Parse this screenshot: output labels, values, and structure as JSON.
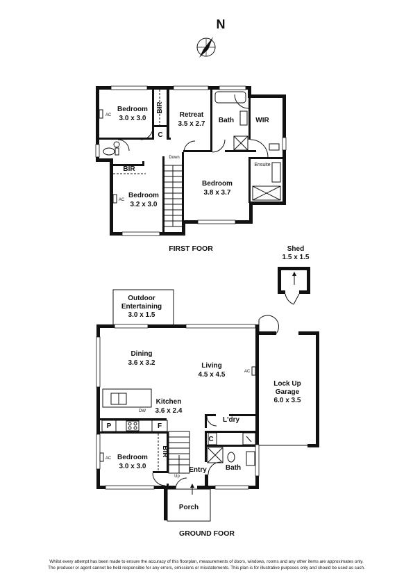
{
  "compass": {
    "label": "N"
  },
  "first_floor": {
    "title": "FIRST FOOR",
    "rooms": {
      "bedroom1": {
        "name": "Bedroom",
        "size": "3.0 x 3.0"
      },
      "retreat": {
        "name": "Retreat",
        "size": "3.5 x 2.7"
      },
      "bath": {
        "name": "Bath"
      },
      "wir": {
        "name": "WIR"
      },
      "bir_top": {
        "name": "BIR"
      },
      "c": {
        "name": "C"
      },
      "bir_left": {
        "name": "BIR"
      },
      "ensuite": {
        "name": "Ensuite"
      },
      "bedroom2": {
        "name": "Bedroom",
        "size": "3.2 x 3.0"
      },
      "bedroom3": {
        "name": "Bedroom",
        "size": "3.8 x 3.7"
      }
    },
    "ac1": "AC",
    "ac2": "AC",
    "down": "Down"
  },
  "shed": {
    "name": "Shed",
    "size": "1.5 x 1.5"
  },
  "ground_floor": {
    "title": "GROUND FOOR",
    "rooms": {
      "outdoor": {
        "line1": "Outdoor",
        "line2": "Entertaining",
        "size": "3.0 x 1.5"
      },
      "dining": {
        "name": "Dining",
        "size": "3.6 x 3.2"
      },
      "living": {
        "name": "Living",
        "size": "4.5 x 4.5"
      },
      "garage": {
        "line1": "Lock Up",
        "line2": "Garage",
        "size": "6.0 x 3.5"
      },
      "kitchen": {
        "name": "Kitchen",
        "size": "3.6 x 2.4"
      },
      "laundry": {
        "name": "L'dry"
      },
      "bedroom": {
        "name": "Bedroom",
        "size": "3.0 x 3.0"
      },
      "bir": {
        "name": "BIR"
      },
      "bath": {
        "name": "Bath"
      },
      "entry": {
        "name": "Entry"
      },
      "porch": {
        "name": "Porch"
      }
    },
    "labels": {
      "p": "P",
      "f": "F",
      "c": "C",
      "dw": "DW",
      "up": "Up",
      "ac_living": "AC",
      "ac_bed": "AC"
    }
  },
  "disclaimer": {
    "line1": "Whilst every attempt has been made to ensure the accuracy of this floorplan, measurements of doors, windows, rooms and any other items are approximates only.",
    "line2": "The producer or agent cannot be held responsible for any errors, omissions or misstatements. This plan is for illustrative purposes only and should be used as such."
  }
}
